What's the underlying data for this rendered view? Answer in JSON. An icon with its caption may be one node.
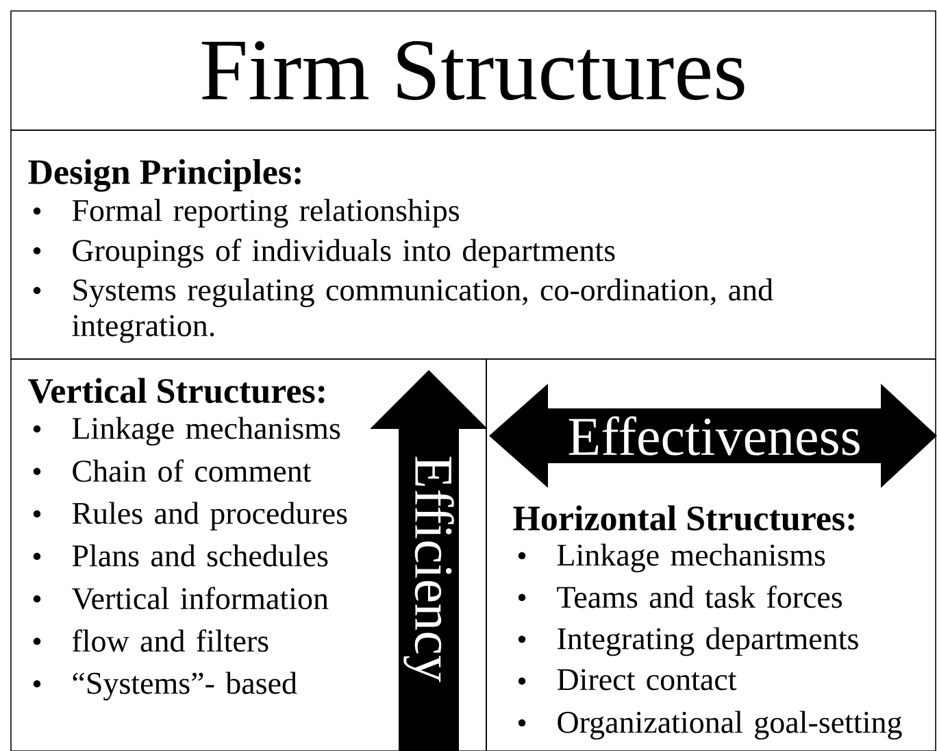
{
  "diagram": {
    "nodes": [
      {
        "text": [
          "Firm Structures"
        ]
      },
      {
        "text": [
          "Design Principles:",
          "Formal reporting relationships",
          "Groupings of individuals into departments",
          "Systems regulating communication, co-ordination, and integration."
        ]
      },
      {
        "text": [
          "Vertical Structures:",
          "Linkage mechanisms",
          "Chain of comment",
          "Rules and procedures",
          "Plans and schedules",
          "Vertical information",
          "flow and filters",
          "“Systems”- based"
        ]
      },
      {
        "text": [
          "Efficiency"
        ],
        "in": 2
      },
      {
        "text": [
          "Horizontal Structures:",
          "Linkage mechanisms",
          "Teams and task forces",
          "Integrating departments",
          "Direct contact",
          "Organizational goal-setting"
        ]
      },
      {
        "text": [
          "Effectiveness"
        ],
        "in": 4
      }
    ]
  }
}
